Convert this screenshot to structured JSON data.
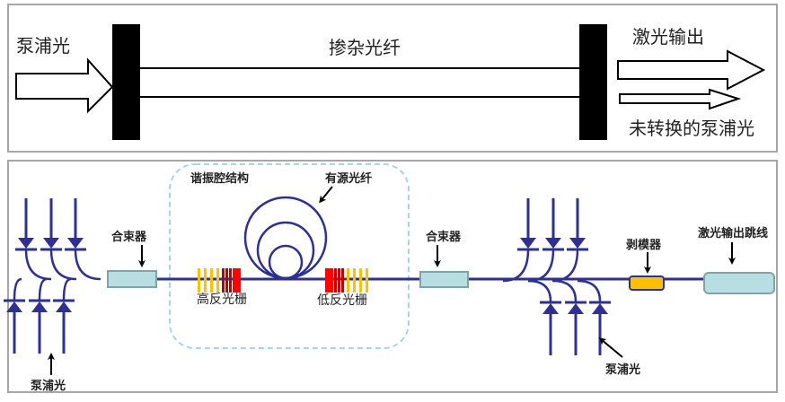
{
  "top_diagram": {
    "pump_in_label": "泵浦光",
    "fiber_label": "掺杂光纤",
    "laser_out_label": "激光输出",
    "unconverted_label": "未转换的泵浦光"
  },
  "bottom_diagram": {
    "cavity_label": "谐振腔结构",
    "active_fiber_label": "有源光纤",
    "combiner_left_label": "合束器",
    "combiner_right_label": "合束器",
    "hr_grating_label": "高反光栅",
    "lr_grating_label": "低反光栅",
    "pump_left_label": "泵浦光",
    "pump_right_label": "泵浦光",
    "stripper_label": "剥模器",
    "output_jumper_label": "激光输出跳线",
    "colors": {
      "fiber": "#2e3192",
      "combiner_fill": "#b7dee2",
      "combiner_stroke": "#7fa3a6",
      "stripper_fill": "#ffc000",
      "grating_red": "#ff0000",
      "grating_dark_red": "#c00000",
      "grating_yellow": "#ffc000",
      "cavity_dash": "#a8d6df"
    }
  }
}
